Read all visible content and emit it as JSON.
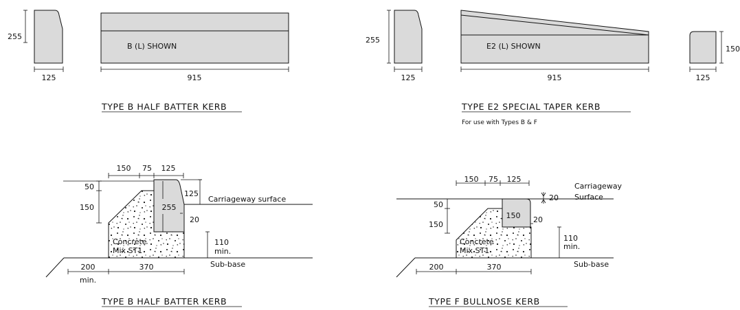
{
  "colors": {
    "kerb_fill": "#dadada",
    "line": "#111111",
    "background": "#ffffff"
  },
  "top_left": {
    "height_dim": "255",
    "width_dim": "125",
    "length_dim": "915",
    "shown_label": "B (L) SHOWN",
    "title": "TYPE B HALF BATTER KERB"
  },
  "top_right": {
    "height_dim": "255",
    "width_dim": "125",
    "length_dim": "915",
    "shown_label": "E2 (L) SHOWN",
    "end_height_dim": "150",
    "end_width_dim": "125",
    "title": "TYPE E2 SPECIAL TAPER KERB",
    "note": "For use with Types B & F"
  },
  "bottom_left": {
    "dim_150": "150",
    "dim_75": "75",
    "dim_125": "125",
    "dim_50": "50",
    "dim_150_left": "150",
    "dim_255": "255",
    "dim_125_upstand": "125",
    "dim_20": "20",
    "dim_110": "110",
    "min_1": "min.",
    "carriageway": "Carriageway surface",
    "concrete_1": "Concrete",
    "concrete_2": "Mix ST1",
    "subbase": "Sub-base",
    "dim_200": "200",
    "min_2": "min.",
    "dim_370": "370",
    "title": "TYPE B HALF BATTER KERB"
  },
  "bottom_right": {
    "dim_150": "150",
    "dim_75": "75",
    "dim_125": "125",
    "dim_50": "50",
    "dim_150_left": "150",
    "dim_150_kerb": "150",
    "dim_20_top": "20",
    "dim_20_side": "20",
    "carriageway_1": "Carriageway",
    "carriageway_2": "Surface",
    "dim_110": "110",
    "min_1": "min.",
    "concrete_1": "Concrete",
    "concrete_2": "Mix ST1",
    "subbase": "Sub-base",
    "dim_200": "200",
    "dim_370": "370",
    "title": "TYPE F BULLNOSE KERB"
  }
}
